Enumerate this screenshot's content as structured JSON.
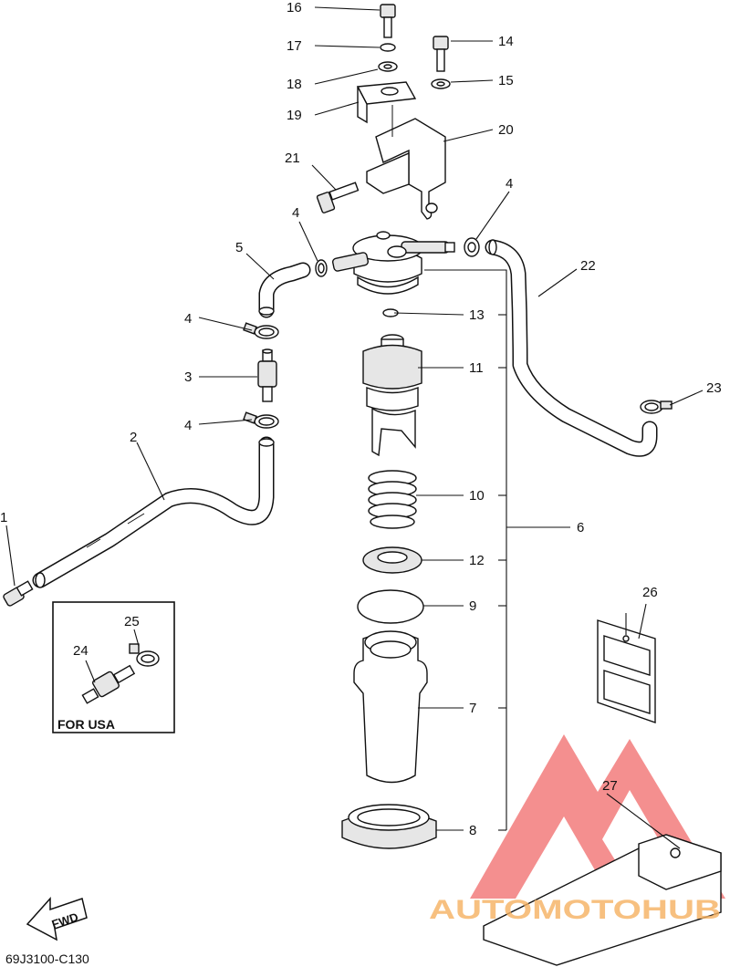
{
  "diagram": {
    "callouts": {
      "p1": "1",
      "p2": "2",
      "p3": "3",
      "p4a": "4",
      "p4b": "4",
      "p4c": "4",
      "p4d": "4",
      "p5": "5",
      "p6": "6",
      "p7": "7",
      "p8": "8",
      "p9": "9",
      "p10": "10",
      "p11": "11",
      "p12": "12",
      "p13": "13",
      "p14": "14",
      "p15": "15",
      "p16": "16",
      "p17": "17",
      "p18": "18",
      "p19": "19",
      "p20": "20",
      "p21": "21",
      "p22": "22",
      "p23": "23",
      "p24": "24",
      "p25": "25",
      "p26": "26",
      "p27": "27"
    },
    "inset_caption": "FOR USA",
    "direction_label": "FWD",
    "diagram_code": "69J3100-C130"
  },
  "watermark": {
    "brand": "AUTOMOTOHUB",
    "colors": {
      "red": "#f06a6a",
      "orange": "#f5b060",
      "gray": "#9a9a9a"
    }
  }
}
